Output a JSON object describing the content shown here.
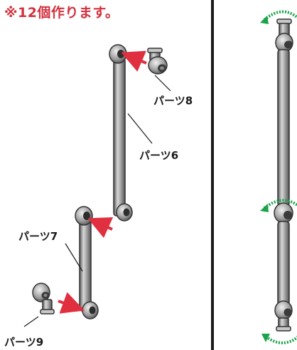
{
  "header": {
    "note": "※12個作ります。"
  },
  "parts": {
    "part6": "パーツ6",
    "part7": "パーツ7",
    "part8": "パーツ8",
    "part9": "パーツ9"
  },
  "colors": {
    "note_red": "#d3313e",
    "arrow_red": "#e03040",
    "rotate_green": "#1aa34a",
    "divider": "#1a1a1a",
    "part_gray": "#a5a5a5"
  }
}
